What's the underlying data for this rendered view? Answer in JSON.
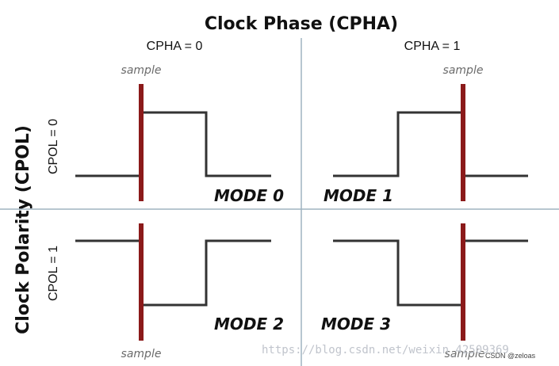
{
  "title": "Clock Phase (CPHA)",
  "cpha0": "CPHA = 0",
  "cpha1": "CPHA = 1",
  "ylabel": "Clock Polarity (CPOL)",
  "cpol0": "CPOL = 0",
  "cpol1": "CPOL = 1",
  "sample_label": "sample",
  "modes": [
    "MODE 0",
    "MODE 1",
    "MODE 2",
    "MODE 3"
  ],
  "watermark": "https://blog.csdn.net/weixin_42509369",
  "watermark2": "CSDN @zeloas"
}
